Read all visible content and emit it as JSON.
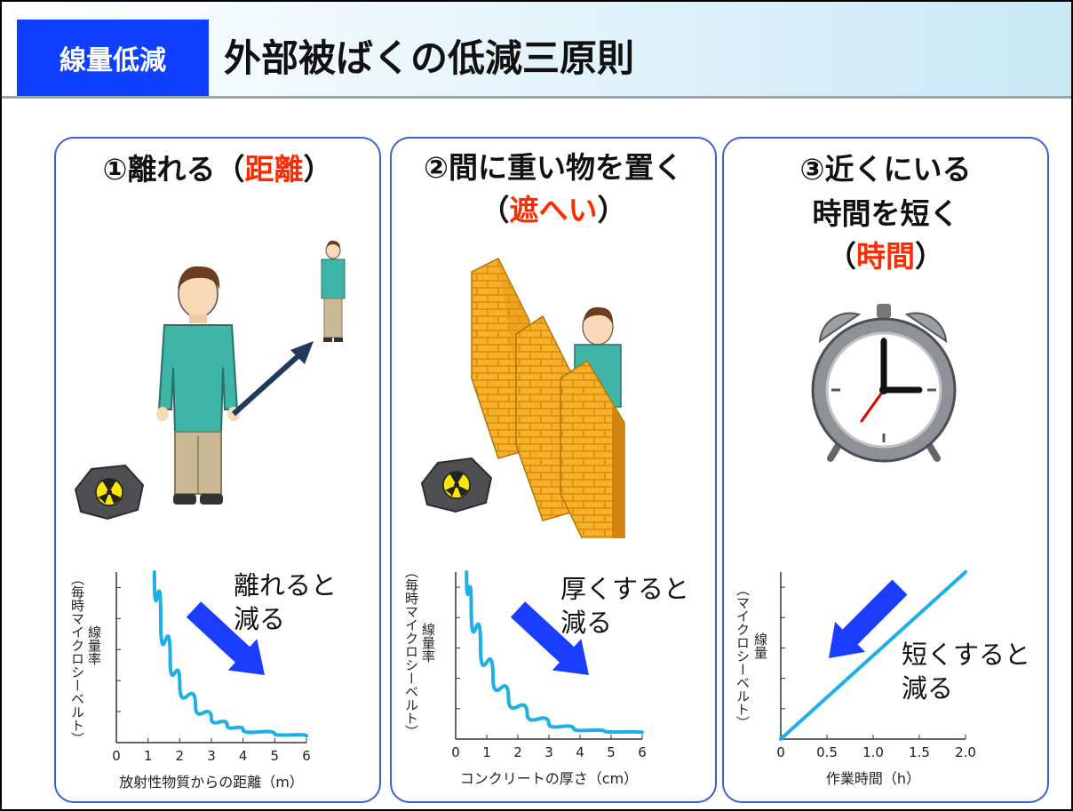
{
  "header": {
    "tag": "線量低減",
    "title": "外部被ばくの低減三原則"
  },
  "colors": {
    "tag_bg": "#0f3fff",
    "accent_red": "#ff2a00",
    "panel_border": "#3a62d6",
    "curve": "#1eaee8",
    "arrow_blue": "#1a3dff"
  },
  "panels": [
    {
      "title_pre": "①離れる（",
      "title_em": "距離",
      "title_post": "）",
      "annotation_1": "離れると",
      "annotation_2": "減る",
      "ylabel_main": "線量率",
      "ylabel_unit": "（毎時マイクロシーベルト）",
      "icon": "person-and-radioactive-rock",
      "chart": {
        "type": "line",
        "x_ticks": [
          "0",
          "1",
          "2",
          "3",
          "4",
          "5",
          "6"
        ],
        "xlabel": "放射性物質からの距離（m）",
        "xlim": [
          0,
          6
        ],
        "ylim": [
          0,
          1
        ],
        "x": [
          1.2,
          1.4,
          1.7,
          2.0,
          2.5,
          3.0,
          3.5,
          4.0,
          5.0,
          6.0
        ],
        "y": [
          1.0,
          0.72,
          0.48,
          0.34,
          0.21,
          0.14,
          0.1,
          0.075,
          0.05,
          0.04
        ]
      }
    },
    {
      "title_line1": "②間に重い物を置く",
      "title_pre": "（",
      "title_em": "遮へい",
      "title_post": "）",
      "annotation_1": "厚くすると",
      "annotation_2": "減る",
      "ylabel_main": "線量率",
      "ylabel_unit": "（毎時マイクロシーベルト）",
      "icon": "brick-wall-shield",
      "chart": {
        "type": "line",
        "x_ticks": [
          "0",
          "1",
          "2",
          "3",
          "4",
          "5",
          "6"
        ],
        "xlabel": "コンクリートの厚さ（cm）",
        "xlim": [
          0,
          6
        ],
        "ylim": [
          0,
          1
        ],
        "x": [
          0.35,
          0.5,
          0.8,
          1.2,
          1.7,
          2.3,
          3.0,
          3.8,
          4.8,
          6.0
        ],
        "y": [
          1.0,
          0.78,
          0.55,
          0.37,
          0.24,
          0.15,
          0.09,
          0.06,
          0.045,
          0.04
        ]
      }
    },
    {
      "title_line1": "③近くにいる",
      "title_line2": "時間を短く",
      "title_pre": "（",
      "title_em": "時間",
      "title_post": "）",
      "annotation_1": "短くすると",
      "annotation_2": "減る",
      "ylabel_main": "線量",
      "ylabel_unit": "（マイクロシーベルト）",
      "icon": "alarm-clock-icon",
      "chart": {
        "type": "line",
        "x_ticks": [
          "0",
          "0.5",
          "1.0",
          "1.5",
          "2.0"
        ],
        "xlabel": "作業時間（h）",
        "xlim": [
          0,
          2
        ],
        "ylim": [
          0,
          1
        ],
        "x": [
          0,
          2.0
        ],
        "y": [
          0,
          1.0
        ]
      }
    }
  ]
}
